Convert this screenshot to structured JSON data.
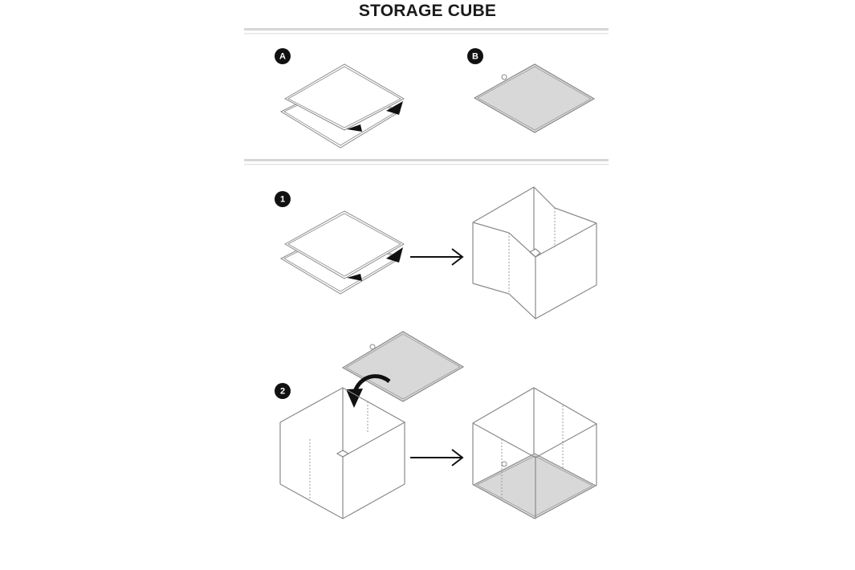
{
  "header": {
    "title": "STORAGE CUBE"
  },
  "parts": [
    {
      "badge": "A",
      "description": "two-fabric-sheets"
    },
    {
      "badge": "B",
      "description": "base-board"
    }
  ],
  "steps": [
    {
      "badge": "1",
      "description": "unfold-sheets-into-cube"
    },
    {
      "badge": "2",
      "description": "insert-base-board-into-cube"
    }
  ],
  "colors": {
    "ink": "#111111",
    "line": "#8a8a8a",
    "board_fill": "#dcdcdc",
    "rule": "#d6d6d6"
  }
}
